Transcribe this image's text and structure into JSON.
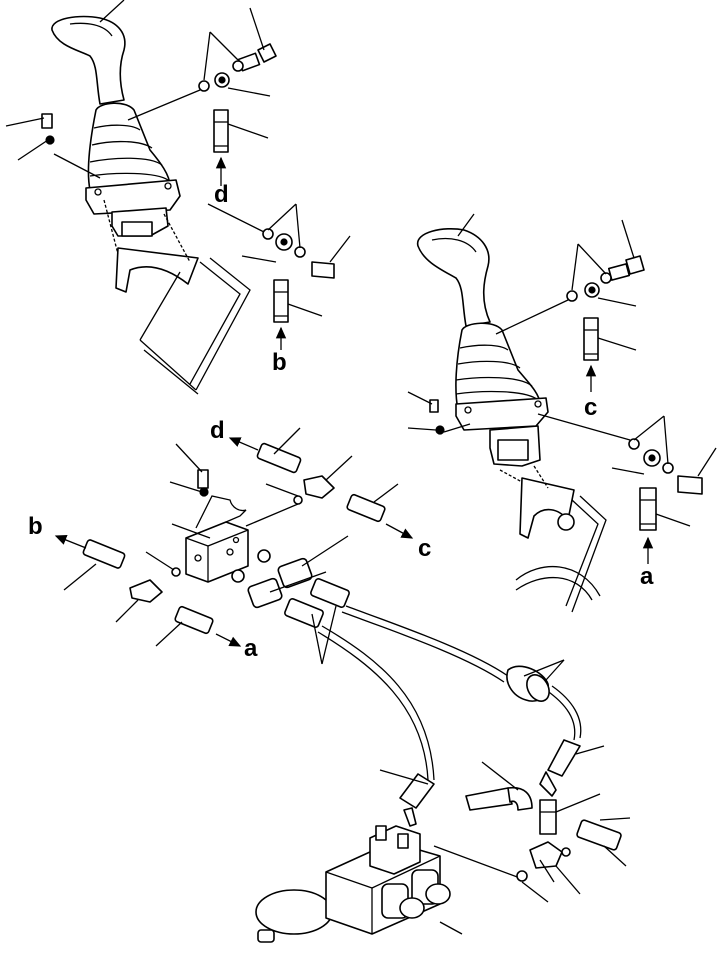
{
  "diagram": {
    "labels": {
      "d_top": "d",
      "b_top": "b",
      "c_right": "c",
      "a_right": "a",
      "d_mid": "d",
      "b_left": "b",
      "c_mid": "c",
      "a_mid": "a"
    }
  }
}
